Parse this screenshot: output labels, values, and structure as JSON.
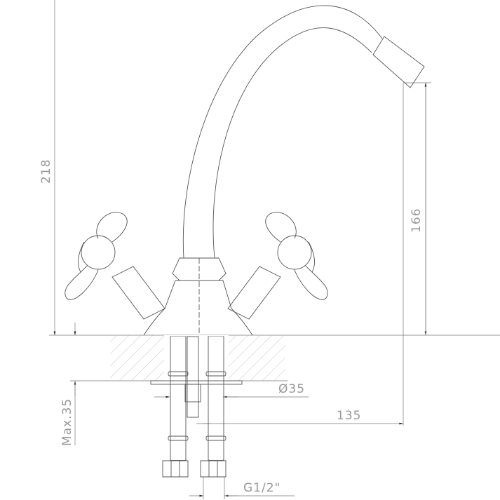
{
  "title": "Faucet technical drawing",
  "dimensions": {
    "total_height": "218",
    "spout_height": "166",
    "max_counter": "Max.35",
    "hole_diameter": "Ø35",
    "spout_reach": "135",
    "thread": "G1/2\""
  },
  "colors": {
    "line": "#555555",
    "dim_text": "#999999"
  }
}
